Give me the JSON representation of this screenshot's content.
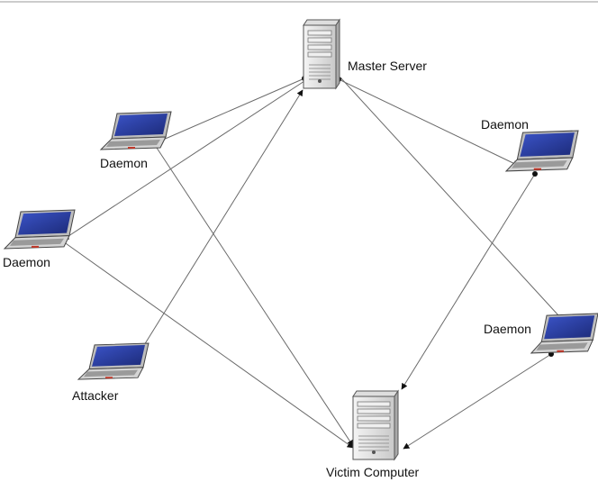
{
  "diagram": {
    "nodes": [
      {
        "id": "master",
        "kind": "server",
        "label": "Master Server"
      },
      {
        "id": "victim",
        "kind": "server",
        "label": "Victim Computer"
      },
      {
        "id": "attacker",
        "kind": "laptop",
        "label": "Attacker"
      },
      {
        "id": "daemon_tl",
        "kind": "laptop",
        "label": "Daemon"
      },
      {
        "id": "daemon_l",
        "kind": "laptop",
        "label": "Daemon"
      },
      {
        "id": "daemon_r",
        "kind": "laptop",
        "label": "Daemon"
      },
      {
        "id": "daemon_br",
        "kind": "laptop",
        "label": "Daemon"
      }
    ],
    "edges": [
      {
        "from": "attacker",
        "to": "master"
      },
      {
        "from": "master",
        "to": "daemon_tl"
      },
      {
        "from": "master",
        "to": "daemon_l"
      },
      {
        "from": "master",
        "to": "daemon_r"
      },
      {
        "from": "master",
        "to": "daemon_br"
      },
      {
        "from": "daemon_tl",
        "to": "victim"
      },
      {
        "from": "daemon_l",
        "to": "victim"
      },
      {
        "from": "daemon_r",
        "to": "victim"
      },
      {
        "from": "daemon_br",
        "to": "victim"
      }
    ],
    "icons": {
      "server": "server-tower-icon",
      "laptop": "laptop-icon"
    },
    "colors": {
      "screen": "#2b3fa8",
      "edge": "#6a6a6a"
    }
  }
}
